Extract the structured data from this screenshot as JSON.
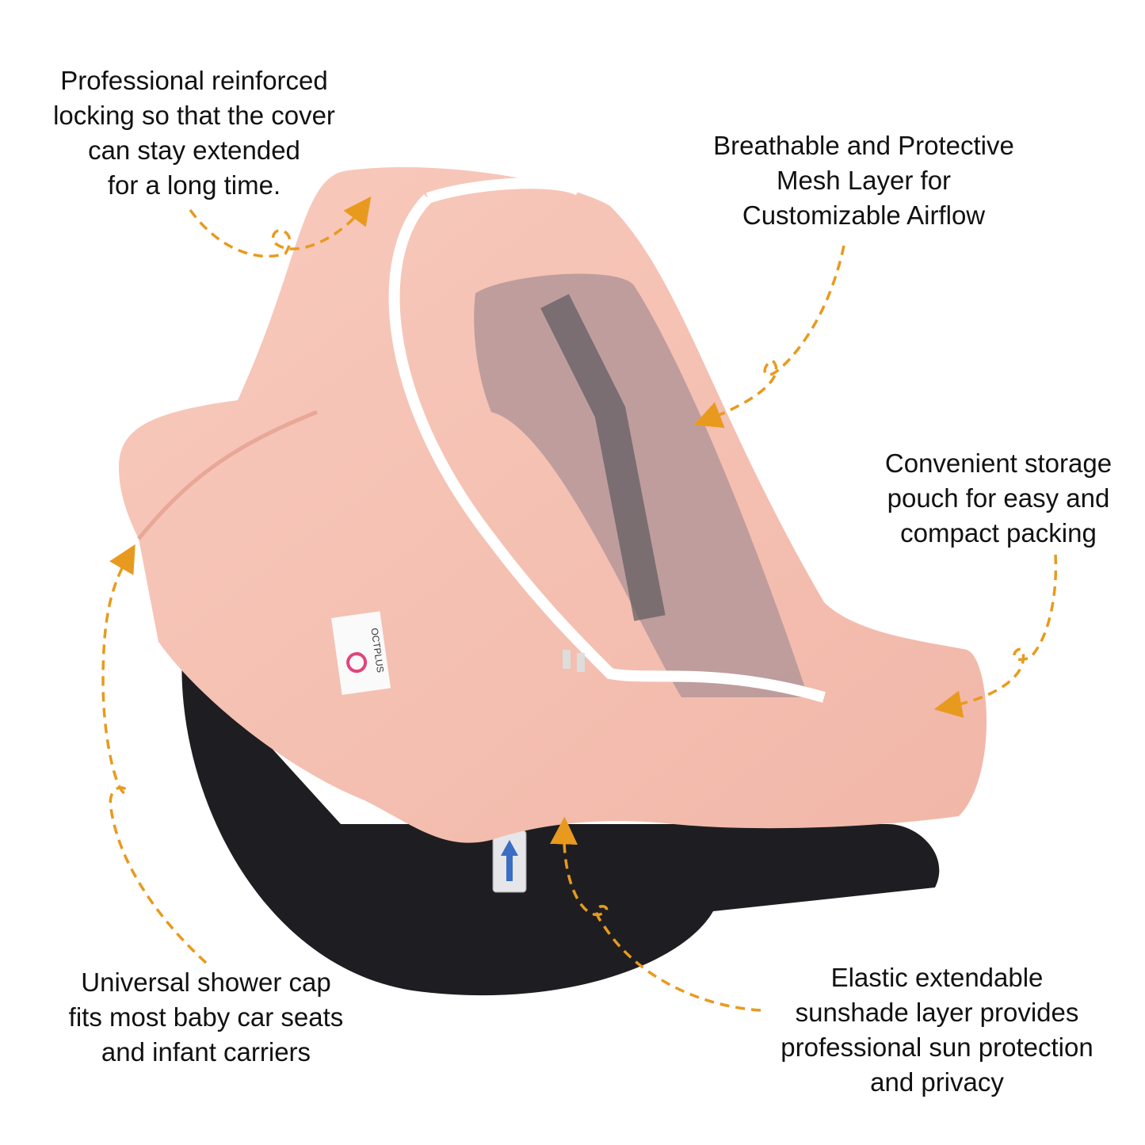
{
  "callouts": {
    "locking": [
      "Professional reinforced",
      "locking so that the cover",
      "can stay extended",
      "for a long time."
    ],
    "mesh": [
      "Breathable and Protective",
      "Mesh Layer for",
      "Customizable Airflow"
    ],
    "pouch": [
      "Convenient storage",
      "pouch for easy and",
      "compact packing"
    ],
    "universal": [
      "Universal shower cap",
      "fits most baby car seats",
      "and infant carriers"
    ],
    "elastic": [
      "Elastic extendable",
      "sunshade layer provides",
      "professional sun protection",
      "and privacy"
    ]
  },
  "product": {
    "brand_label": "OCTPLUS"
  },
  "colors": {
    "cover_pink": "#f6c3b6",
    "arrow_orange": "#e89a1e",
    "seat_black": "#1e1e22",
    "mesh_grey": "#b9999a",
    "zipper_white": "#ffffff"
  },
  "icons": [
    "dashed-arrow-icon",
    "airbag-arrow-sticker-icon"
  ]
}
